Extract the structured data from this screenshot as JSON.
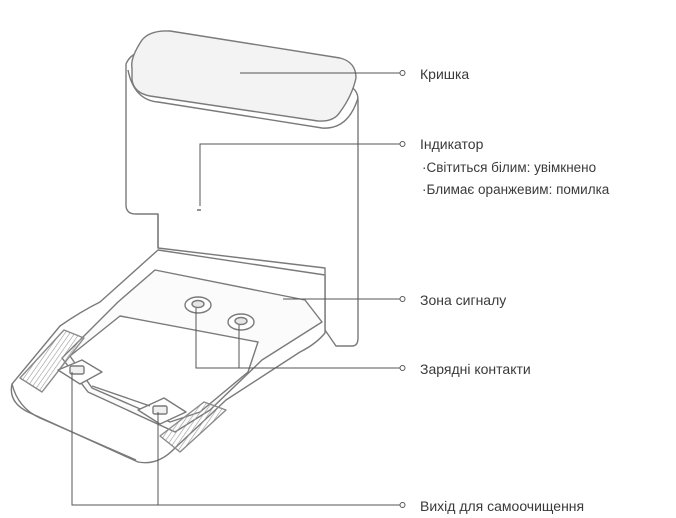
{
  "callouts": {
    "lid": {
      "label": "Кришка"
    },
    "indicator": {
      "label": "Індикатор",
      "states": [
        "·Світиться білим: увімкнено",
        "·Блимає оранжевим: помилка"
      ]
    },
    "signal_zone": {
      "label": "Зона сигналу"
    },
    "charging_contacts": {
      "label": "Зарядні контакти"
    },
    "self_clean_outlet": {
      "label": "Вихід для самоочищення"
    }
  },
  "colors": {
    "outline": "#7a7a7a",
    "leader": "#555555",
    "lid_fill": "#f2f2f2",
    "hatch": "#a8a8a8"
  }
}
